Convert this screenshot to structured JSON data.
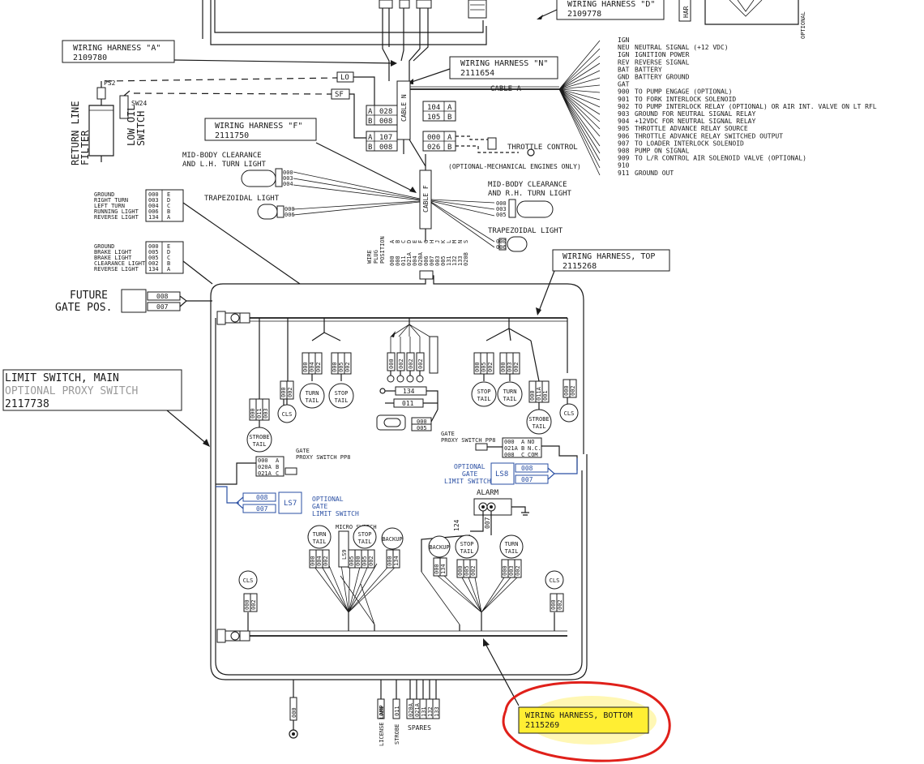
{
  "harness_d": {
    "title": "WIRING HARNESS \"D\"",
    "number": "2109778"
  },
  "harness_a": {
    "title": "WIRING HARNESS \"A\"",
    "number": "2109780"
  },
  "harness_n": {
    "title": "WIRING HARNESS \"N\"",
    "number": "2111654"
  },
  "harness_f": {
    "title": "WIRING HARNESS \"F\"",
    "number": "2111750"
  },
  "harness_top": {
    "title": "WIRING HARNESS, TOP",
    "number": "2115268"
  },
  "harness_bottom": {
    "title": "WIRING HARNESS, BOTTOM",
    "number": "2115269"
  },
  "limit_switch": {
    "title": "LIMIT SWITCH, MAIN",
    "subtitle": "OPTIONAL PROXY SWITCH",
    "number": "2117738"
  },
  "top_right": {
    "har": "HAR",
    "optional": "OPTIONAL"
  },
  "signals": [
    {
      "code": "IGN",
      "desc": ""
    },
    {
      "code": "NEU",
      "desc": "NEUTRAL SIGNAL (+12 VDC)"
    },
    {
      "code": "IGN",
      "desc": "IGNITION POWER"
    },
    {
      "code": "REV",
      "desc": "REVERSE SIGNAL"
    },
    {
      "code": "BAT",
      "desc": "BATTERY"
    },
    {
      "code": "GND",
      "desc": "BATTERY GROUND"
    },
    {
      "code": "GAT",
      "desc": ""
    },
    {
      "code": "900",
      "desc": "TO PUMP ENGAGE (OPTIONAL)"
    },
    {
      "code": "901",
      "desc": "TO FORK INTERLOCK SOLENOID"
    },
    {
      "code": "902",
      "desc": "TO PUMP INTERLOCK RELAY (OPTIONAL) OR AIR INT. VALVE ON LT RFL"
    },
    {
      "code": "903",
      "desc": "GROUND FOR NEUTRAL SIGNAL RELAY"
    },
    {
      "code": "904",
      "desc": "+12VDC FOR NEUTRAL SIGNAL RELAY"
    },
    {
      "code": "905",
      "desc": "THROTTLE ADVANCE RELAY SOURCE"
    },
    {
      "code": "906",
      "desc": "THROTTLE ADVANCE RELAY SWITCHED OUTPUT"
    },
    {
      "code": "907",
      "desc": "TO LOADER INTERLOCK SOLENOID"
    },
    {
      "code": "908",
      "desc": "PUMP ON SIGNAL"
    },
    {
      "code": "909",
      "desc": "TO L/R CONTROL AIR SOLENOID VALVE (OPTIONAL)"
    },
    {
      "code": "910",
      "desc": ""
    },
    {
      "code": "911",
      "desc": "GROUND OUT"
    }
  ],
  "labels": {
    "cable_a": "CABLE A",
    "cable_n": "CABLE N",
    "cable_f": "CABLE F",
    "lo": "LO",
    "sf": "SF",
    "ps2": "PS2",
    "sw24": "SW24",
    "return_line_filter": [
      "RETURN LINE",
      "FILTER"
    ],
    "low_oil_switch": [
      "LOW OIL",
      "SWITCH"
    ],
    "throttle_control": "THROTTLE CONTROL",
    "optional_mechanical": "(OPTIONAL-MECHANICAL ENGINES ONLY)",
    "mid_body_lh": [
      "MID-BODY CLEARANCE",
      "AND L.H. TURN LIGHT"
    ],
    "mid_body_rh": [
      "MID-BODY CLEARANCE",
      "AND R.H. TURN LIGHT"
    ],
    "trapezoidal_left": "TRAPEZOIDAL LIGHT",
    "trapezoidal_right": "TRAPEZOIDAL LIGHT",
    "future_gate": [
      "FUTURE",
      "GATE POS."
    ],
    "alarm": "ALARM",
    "gate_proxy_top": [
      "GATE",
      "PROXY SWITCH PP8"
    ],
    "gate_proxy_left": [
      "GATE",
      "PROXY SWITCH PP8"
    ],
    "optional_gate_ls8": [
      "OPTIONAL",
      "GATE",
      "LIMIT SWITCH"
    ],
    "optional_gate_ls7": [
      "OPTIONAL",
      "GATE",
      "LIMIT SWITCH"
    ],
    "ls8": "LS8",
    "ls7": "LS7",
    "ls9": "LS9",
    "micro_switch": "MICRO SWITCH",
    "spares": "SPARES",
    "license_lamp": "LICENSE LAMP",
    "strobe_wire": "STROBE",
    "wire_plug_position": [
      "WIRE",
      "PLUG",
      "POSITION"
    ]
  },
  "connectors": {
    "c028_008": [
      "028",
      "008"
    ],
    "c107_008": [
      "107",
      "008"
    ],
    "c104_105": [
      "104",
      "105"
    ],
    "c000_026": [
      "000",
      "026"
    ],
    "ab": [
      "A",
      "B"
    ],
    "future": [
      "008",
      "007"
    ],
    "ls8": [
      "008",
      "007"
    ],
    "ls7": [
      "008",
      "007"
    ],
    "lh_turn": [
      "000",
      "003",
      "004"
    ],
    "trap_left": [
      "000",
      "006"
    ],
    "rh_turn": [
      "000",
      "003",
      "005"
    ],
    "trap_right": [
      "000",
      "006"
    ],
    "proxy_top": [
      [
        "000",
        "A",
        "NO"
      ],
      [
        "021A",
        "B",
        "N.C."
      ],
      [
        "008",
        "C",
        "COM"
      ]
    ],
    "proxy_left": [
      [
        "000",
        "A"
      ],
      [
        "020A",
        "B"
      ],
      [
        "021A",
        "C"
      ]
    ],
    "wire_011": "011",
    "wire_134": "134",
    "wire_000_005": [
      "000",
      "005"
    ],
    "wire_124": "124",
    "wire_007": "007",
    "bottom_ground": "000",
    "license_wire": "006",
    "strobe_bottom": "011",
    "spare_wires": [
      "020A",
      "021A",
      "131",
      "132",
      "133"
    ]
  },
  "legend_table_1": [
    {
      "name": "GROUND",
      "wire": "000",
      "pin": "E"
    },
    {
      "name": "RIGHT TURN",
      "wire": "003",
      "pin": "D"
    },
    {
      "name": "LEFT TURN",
      "wire": "004",
      "pin": "C"
    },
    {
      "name": "RUNNING LIGHT",
      "wire": "006",
      "pin": "B"
    },
    {
      "name": "REVERSE LIGHT",
      "wire": "134",
      "pin": "A"
    }
  ],
  "legend_table_2": [
    {
      "name": "GROUND",
      "wire": "000",
      "pin": "E"
    },
    {
      "name": "BRAKE LIGHT",
      "wire": "005",
      "pin": "D"
    },
    {
      "name": "BRAKE LIGHT",
      "wire": "005",
      "pin": "C"
    },
    {
      "name": "CLEARANCE LIGHT",
      "wire": "002",
      "pin": "B"
    },
    {
      "name": "REVERSE LIGHT",
      "wire": "134",
      "pin": "A"
    }
  ],
  "plug_positions": [
    "A",
    "B",
    "C",
    "D",
    "E",
    "F",
    "G",
    "H",
    "J",
    "K",
    "L",
    "M",
    "N",
    "S"
  ],
  "plug_wires": [
    "000",
    "008",
    "011",
    "021A",
    "004",
    "020A",
    "006",
    "007",
    "003",
    "005",
    "131",
    "132",
    "133",
    "020B"
  ],
  "lights": {
    "turn_tail": [
      "TURN",
      "TAIL"
    ],
    "stop_tail": [
      "STOP",
      "TAIL"
    ],
    "strobe_tail": [
      "STROBE",
      "TAIL"
    ],
    "cls": "CLS",
    "backup": "BACKUP"
  },
  "light_wires": {
    "top_left_turn": [
      "000",
      "004",
      "002"
    ],
    "top_left_stop": [
      "000",
      "005",
      "002"
    ],
    "top_right_stop": [
      "000",
      "005",
      "002"
    ],
    "top_right_turn": [
      "000",
      "003",
      "002"
    ],
    "top_right_strobe": [
      "000",
      "011A",
      "001"
    ],
    "top_left_strobe": [
      "000",
      "011",
      "003"
    ],
    "cls_wires": [
      "000",
      "002"
    ],
    "bottom_turn": [
      "000",
      "004",
      "002"
    ],
    "bottom_stop": [
      "000",
      "005",
      "002"
    ],
    "bottom_backup": [
      "000",
      "134"
    ],
    "bottom_ls9": [
      "005",
      "020B"
    ],
    "bottom_right_stop": [
      "000",
      "005",
      "002"
    ],
    "bottom_right_turn": [
      "000",
      "003",
      "002"
    ],
    "center_fan": [
      "000",
      "002",
      "002",
      "002"
    ]
  }
}
